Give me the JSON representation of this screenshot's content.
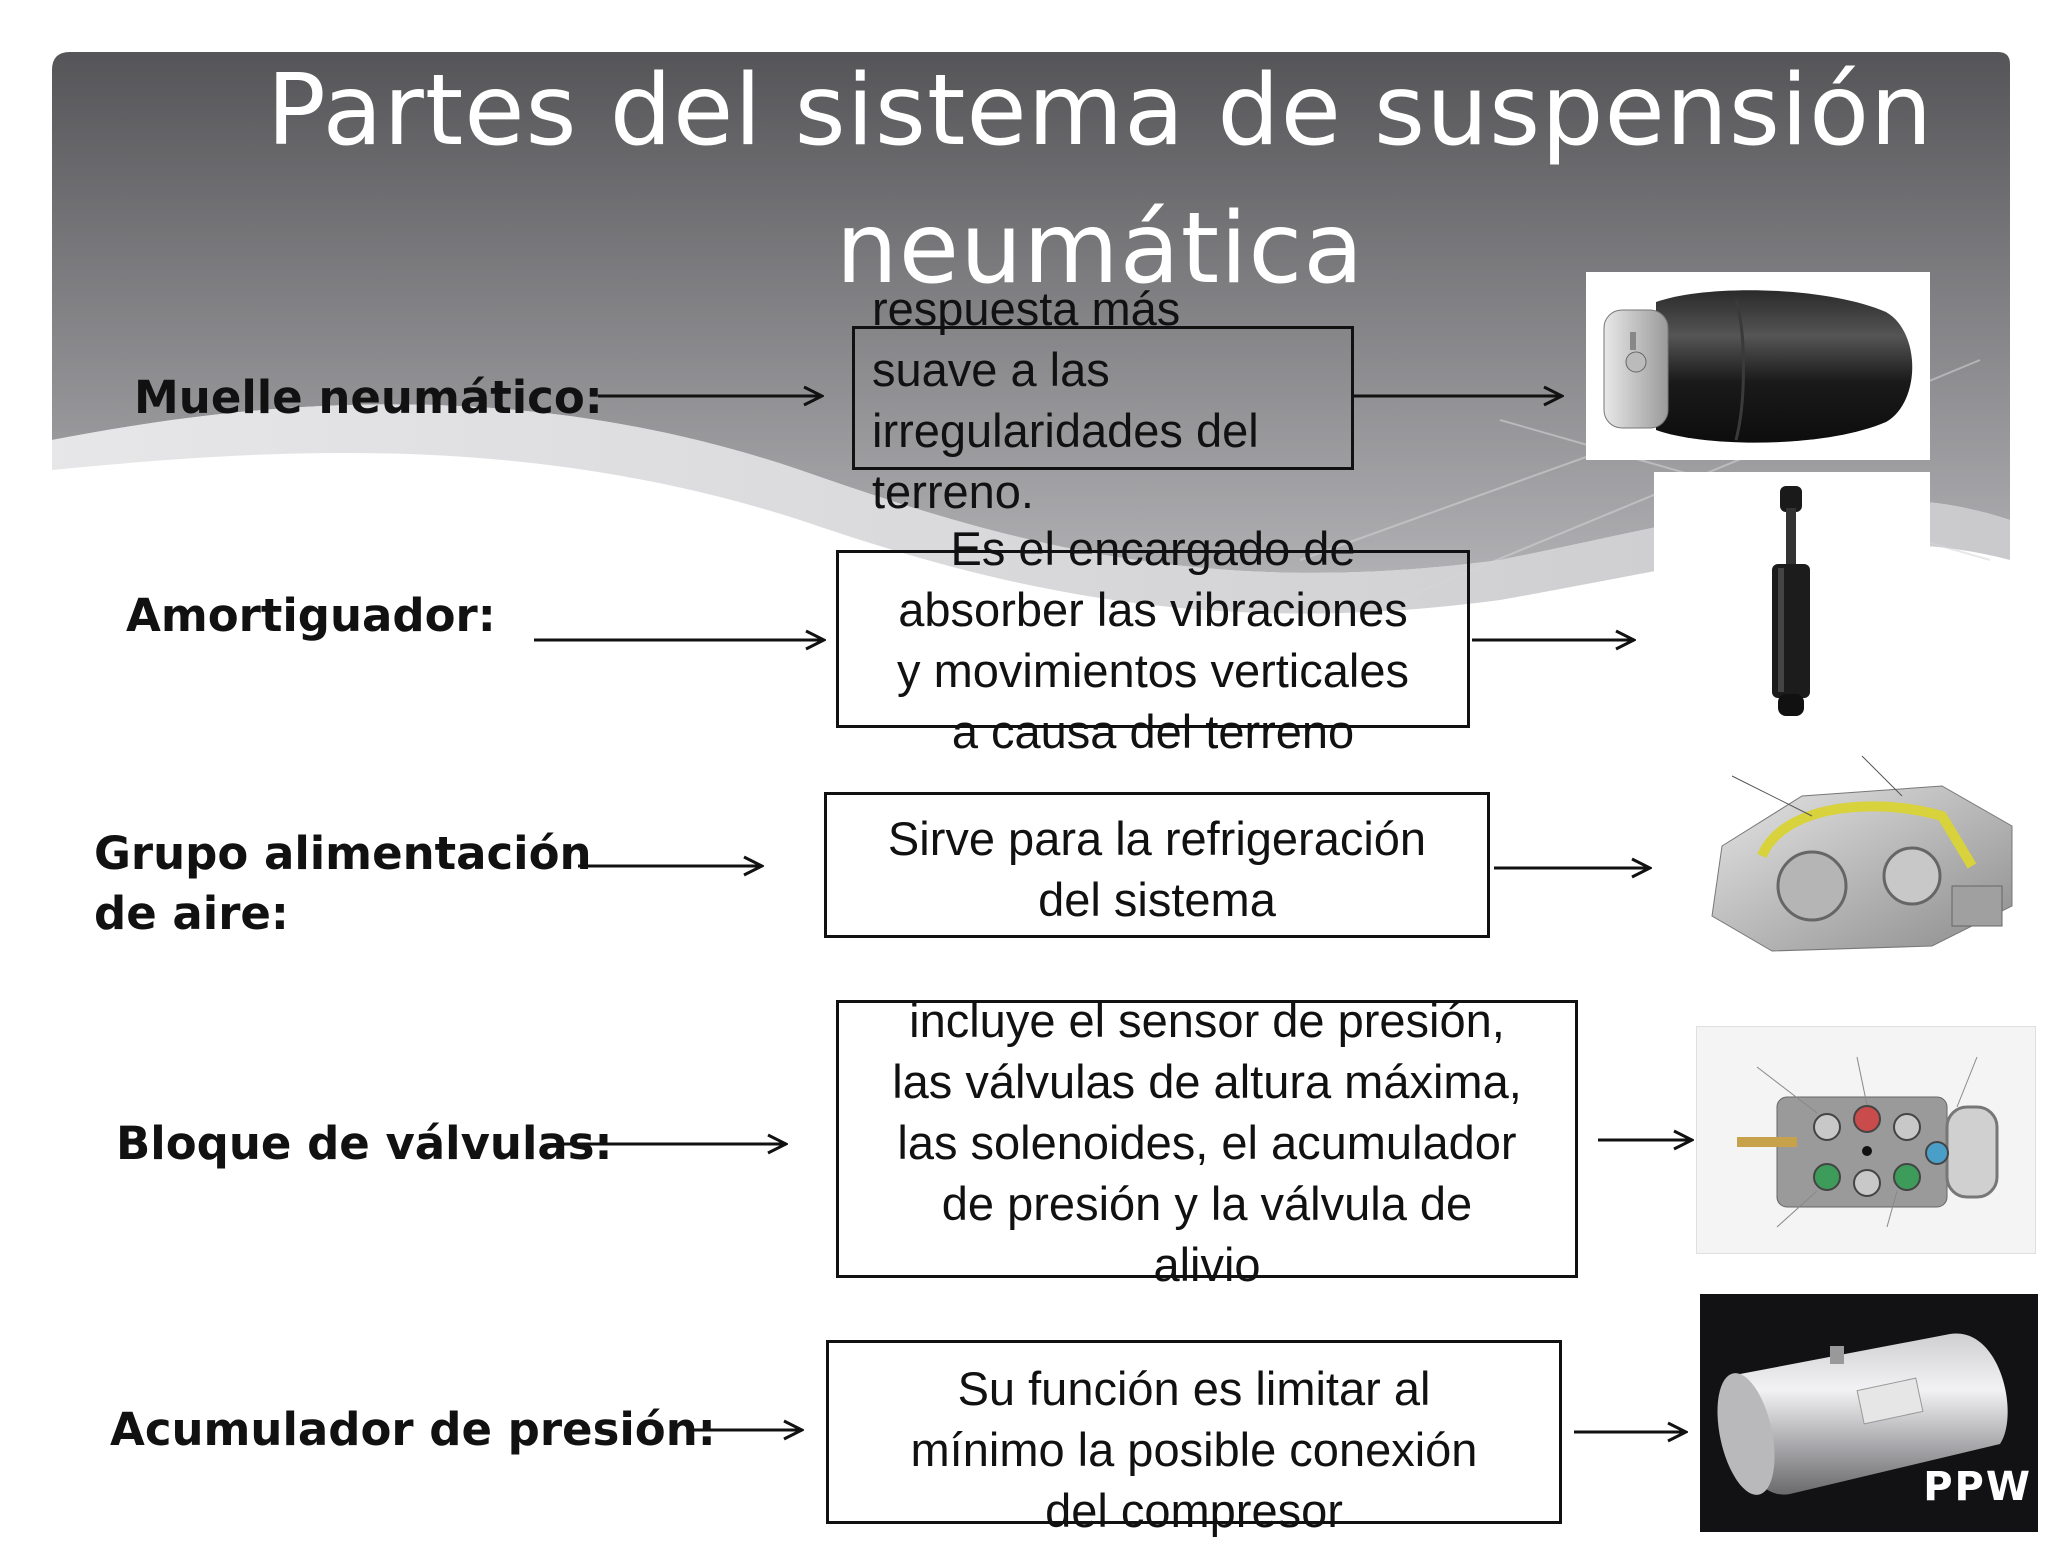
{
  "slide": {
    "title": "Partes del sistema de  suspensión neumática",
    "rows": [
      {
        "label": "Muelle neumático:",
        "description_lines": [
          "respuesta más",
          "suave a las",
          "irregularidades del",
          "terreno."
        ],
        "image_icon": "air-spring-icon"
      },
      {
        "label": "Amortiguador:",
        "description_lines": [
          "Es el encargado de",
          "absorber las vibraciones",
          "y movimientos verticales",
          "a causa del terreno"
        ],
        "image_icon": "shock-absorber-icon"
      },
      {
        "label_lines": [
          "Grupo alimentación",
          "de aire:"
        ],
        "description_lines": [
          "Sirve para la refrigeración",
          "del sistema"
        ],
        "image_icon": "compressor-unit-icon"
      },
      {
        "label": "Bloque de válvulas:",
        "description_lines": [
          "incluye el sensor de presión,",
          "las válvulas de altura máxima,",
          "las solenoides, el acumulador",
          "de presión y la válvula de",
          "alivio"
        ],
        "image_icon": "valve-block-icon"
      },
      {
        "label": "Acumulador de presión:",
        "description_lines": [
          "Su función es limitar al",
          "mínimo la posible conexión",
          "del compresor"
        ],
        "image_icon": "pressure-tank-icon",
        "image_logo_text": "PPW"
      }
    ]
  },
  "colors": {
    "band_top": "#555558",
    "band_bottom": "#a8a8ab",
    "text": "#111111",
    "title": "#ffffff"
  }
}
